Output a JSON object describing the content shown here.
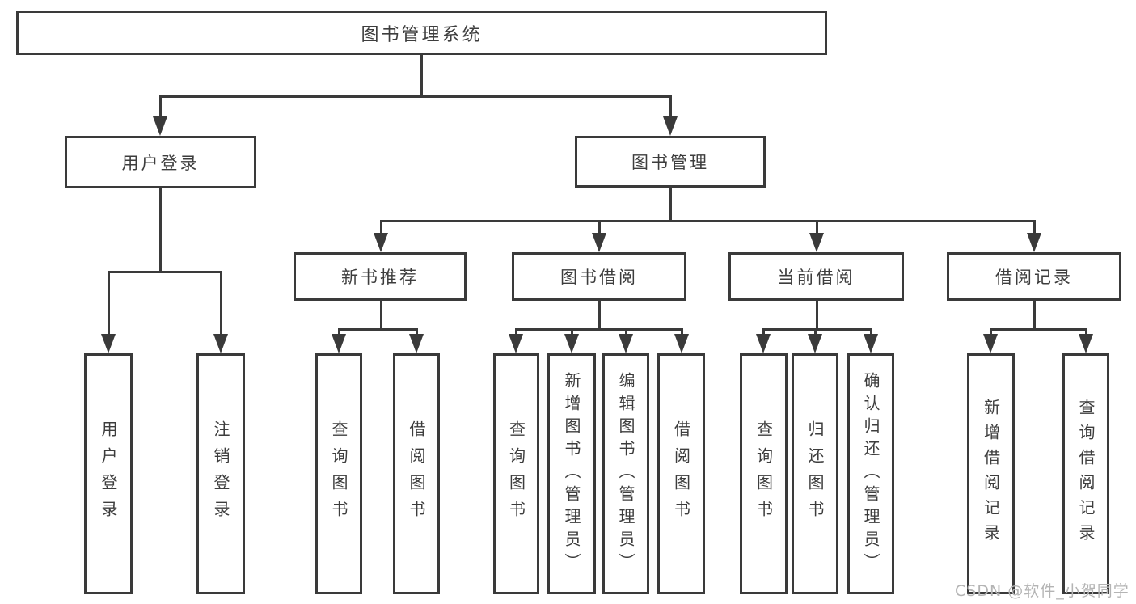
{
  "colors": {
    "line": "#3a3a3a",
    "text": "#3d3d3d",
    "watermark": "#b4b4b4",
    "background": "#ffffff"
  },
  "tree": {
    "root_label": "图书管理系统",
    "branches": [
      {
        "label": "用户登录",
        "leaves": [
          "用户登录",
          "注销登录"
        ]
      },
      {
        "label": "图书管理",
        "groups": [
          {
            "label": "新书推荐",
            "leaves": [
              "查询图书",
              "借阅图书"
            ]
          },
          {
            "label": "图书借阅",
            "leaves": [
              "查询图书",
              "新增图书（管理员）",
              "编辑图书（管理员）",
              "借阅图书"
            ]
          },
          {
            "label": "当前借阅",
            "leaves": [
              "查询图书",
              "归还图书",
              "确认归还（管理员）"
            ]
          },
          {
            "label": "借阅记录",
            "leaves": [
              "新增借阅记录",
              "查询借阅记录"
            ]
          }
        ]
      }
    ]
  },
  "watermark": {
    "text": "CSDN @软件_小贺同学"
  }
}
